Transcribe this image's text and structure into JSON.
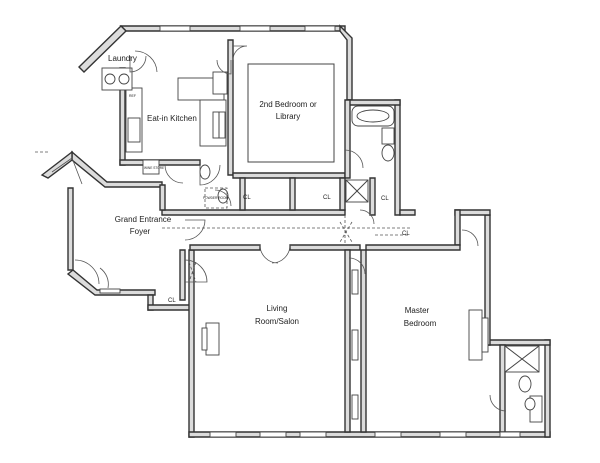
{
  "rooms": {
    "laundry": "Laundry",
    "kitchen": "Eat-in Kitchen",
    "bedroom2_line1": "2nd Bedroom or",
    "bedroom2_line2": "Library",
    "foyer_line1": "Grand Entrance",
    "foyer_line2": "Foyer",
    "living_line1": "Living",
    "living_line2": "Room/Salon",
    "master_line1": "Master",
    "master_line2": "Bedroom"
  },
  "closets": {
    "cl_a": "CL",
    "cl_b": "CL",
    "cl_c": "CL",
    "cl_d": "CL",
    "cl_e": "CL"
  },
  "fixture_labels": {
    "ref": "REF",
    "wine": "WINE STORE",
    "powder": "POWDER ROOM"
  }
}
